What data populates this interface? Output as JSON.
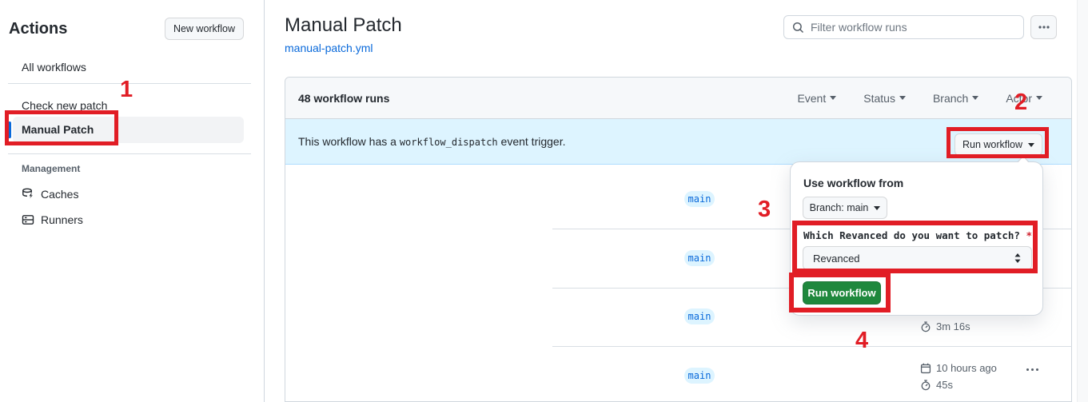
{
  "sidebar": {
    "title": "Actions",
    "new_workflow_button": "New workflow",
    "items": [
      {
        "label": "All workflows"
      },
      {
        "label": "Check new patch"
      },
      {
        "label": "Manual Patch",
        "selected": true
      }
    ],
    "management": {
      "label": "Management",
      "items": [
        {
          "label": "Caches",
          "icon": "cache-icon"
        },
        {
          "label": "Runners",
          "icon": "runners-icon"
        }
      ]
    }
  },
  "header": {
    "title": "Manual Patch",
    "file_link": "manual-patch.yml",
    "filter_placeholder": "Filter workflow runs"
  },
  "list": {
    "count_label": "48 workflow runs",
    "filters": [
      {
        "label": "Event"
      },
      {
        "label": "Status"
      },
      {
        "label": "Branch"
      },
      {
        "label": "Actor"
      }
    ],
    "banner": {
      "text_before": "This workflow has a",
      "code": "workflow_dispatch",
      "text_after": "event trigger.",
      "run_button": "Run workflow"
    },
    "rows": [
      {
        "branch": "main"
      },
      {
        "branch": "main"
      },
      {
        "branch": "main",
        "duration": "3m 16s"
      },
      {
        "branch": "main",
        "time": "10 hours ago",
        "duration": "45s"
      }
    ]
  },
  "dropdown": {
    "title": "Use workflow from",
    "branch_button": "Branch: main",
    "input_label": "Which Revanced do you want to patch?",
    "required_mark": "*",
    "select_value": "Revanced",
    "run_button": "Run workflow"
  },
  "annotations": {
    "step1": "1",
    "step2": "2",
    "step3": "3",
    "step4": "4",
    "accent_color": "#e11d25"
  },
  "colors": {
    "link_blue": "#0969da",
    "banner_blue": "#ddf4ff",
    "button_green": "#1f883d",
    "border_gray": "#d0d7de"
  }
}
